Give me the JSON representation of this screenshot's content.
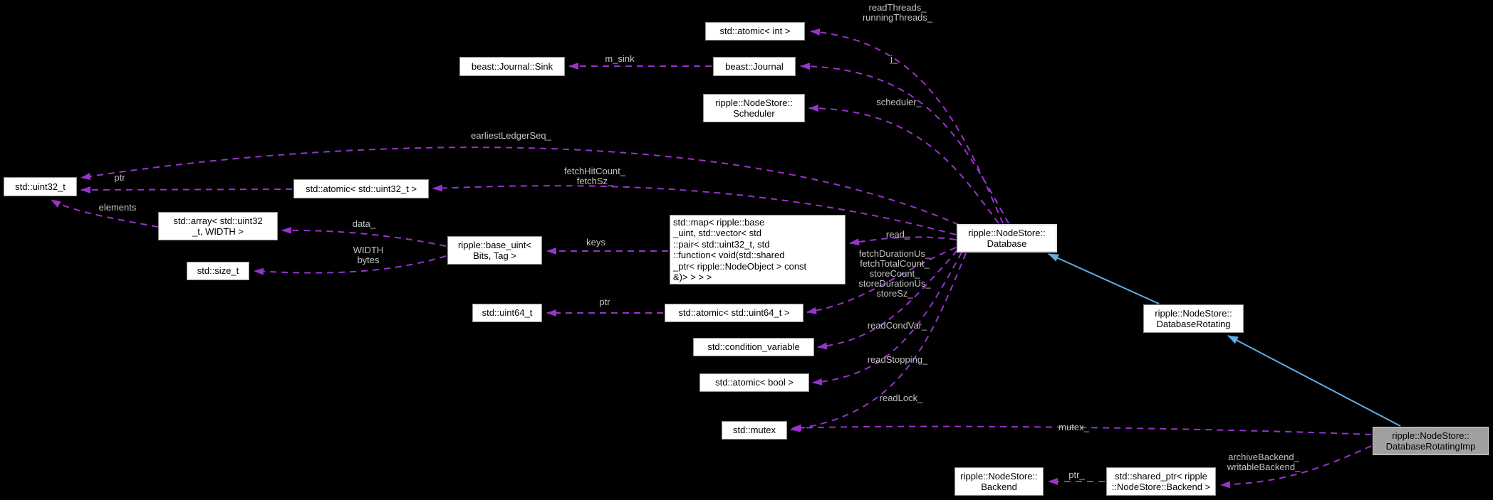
{
  "diagram": {
    "colors": {
      "bg": "#000000",
      "edge_dashed": "#9a32cd",
      "edge_solid": "#62ade4",
      "label": "#c3c3c3",
      "node_fill": "#ffffff",
      "node_border": "#8f8f8f",
      "node_text": "#000000",
      "highlight_border": "#e0e0e0",
      "gray_node_fill": "#a0a0a0",
      "gray_node_border": "#cfcfcf"
    },
    "nodes": [
      {
        "id": "atomic-int",
        "label": "std::atomic< int >"
      },
      {
        "id": "journal-sink",
        "label": "beast::Journal::Sink"
      },
      {
        "id": "journal",
        "label": "beast::Journal"
      },
      {
        "id": "scheduler",
        "label": "ripple::NodeStore::\nScheduler"
      },
      {
        "id": "uint32-t",
        "label": "std::uint32_t"
      },
      {
        "id": "atomic-uint32",
        "label": "std::atomic< std::uint32_t >"
      },
      {
        "id": "array-uint32-width",
        "label": "std::array< std::uint32\n_t, WIDTH >"
      },
      {
        "id": "size-t",
        "label": "std::size_t"
      },
      {
        "id": "base-uint",
        "label": "ripple::base_uint<\nBits, Tag >"
      },
      {
        "id": "map-callbacks",
        "label": "std::map< ripple::base\n_uint, std::vector< std\n::pair< std::uint32_t, std\n::function< void(std::shared\n_ptr< ripple::NodeObject > const\n&)> > > >"
      },
      {
        "id": "uint64-t",
        "label": "std::uint64_t"
      },
      {
        "id": "atomic-uint64",
        "label": "std::atomic< std::uint64_t >"
      },
      {
        "id": "condition-variable",
        "label": "std::condition_variable"
      },
      {
        "id": "atomic-bool",
        "label": "std::atomic< bool >"
      },
      {
        "id": "mutex",
        "label": "std::mutex"
      },
      {
        "id": "database",
        "label": "ripple::NodeStore::\nDatabase"
      },
      {
        "id": "database-rotating",
        "label": "ripple::NodeStore::\nDatabaseRotating"
      },
      {
        "id": "database-rotating-imp",
        "label": "ripple::NodeStore::\nDatabaseRotatingImp"
      },
      {
        "id": "backend",
        "label": "ripple::NodeStore::\nBackend"
      },
      {
        "id": "shared-ptr-backend",
        "label": "std::shared_ptr< ripple\n::NodeStore::Backend >"
      }
    ],
    "edge_labels": [
      {
        "id": "read-threads",
        "text": "readThreads_\nrunningThreads_"
      },
      {
        "id": "m-sink",
        "text": "m_sink"
      },
      {
        "id": "j",
        "text": "j_"
      },
      {
        "id": "scheduler",
        "text": "scheduler_"
      },
      {
        "id": "earliest-ledger-seq",
        "text": "earliestLedgerSeq_"
      },
      {
        "id": "ptr-uint32",
        "text": "ptr"
      },
      {
        "id": "fetch-hit-count",
        "text": "fetchHitCount_\nfetchSz_"
      },
      {
        "id": "elements",
        "text": "elements"
      },
      {
        "id": "data",
        "text": "data_"
      },
      {
        "id": "width-bytes",
        "text": "WIDTH\nbytes"
      },
      {
        "id": "keys",
        "text": "keys"
      },
      {
        "id": "read",
        "text": "read_"
      },
      {
        "id": "fetch-store-counters",
        "text": "fetchDurationUs_\nfetchTotalCount_\nstoreCount_\nstoreDurationUs_\nstoreSz_"
      },
      {
        "id": "ptr-uint64",
        "text": "ptr"
      },
      {
        "id": "read-cond-var",
        "text": "readCondVar_"
      },
      {
        "id": "read-stopping",
        "text": "readStopping_"
      },
      {
        "id": "read-lock",
        "text": "readLock_"
      },
      {
        "id": "mutex",
        "text": "mutex_"
      },
      {
        "id": "archive-writable-backend",
        "text": "archiveBackend_\nwritableBackend_"
      },
      {
        "id": "ptr-backend",
        "text": "ptr_"
      }
    ]
  }
}
